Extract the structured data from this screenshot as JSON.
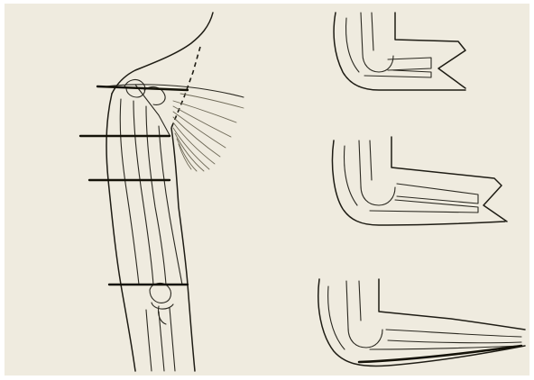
{
  "image": {
    "subject": "limb-figure",
    "panels": [
      "arm-with-cut-levels",
      "elbow-view-1",
      "elbow-view-2",
      "elbow-view-3"
    ]
  },
  "colors": {
    "paper": "#efebdf",
    "ink": "#1e1c14"
  }
}
